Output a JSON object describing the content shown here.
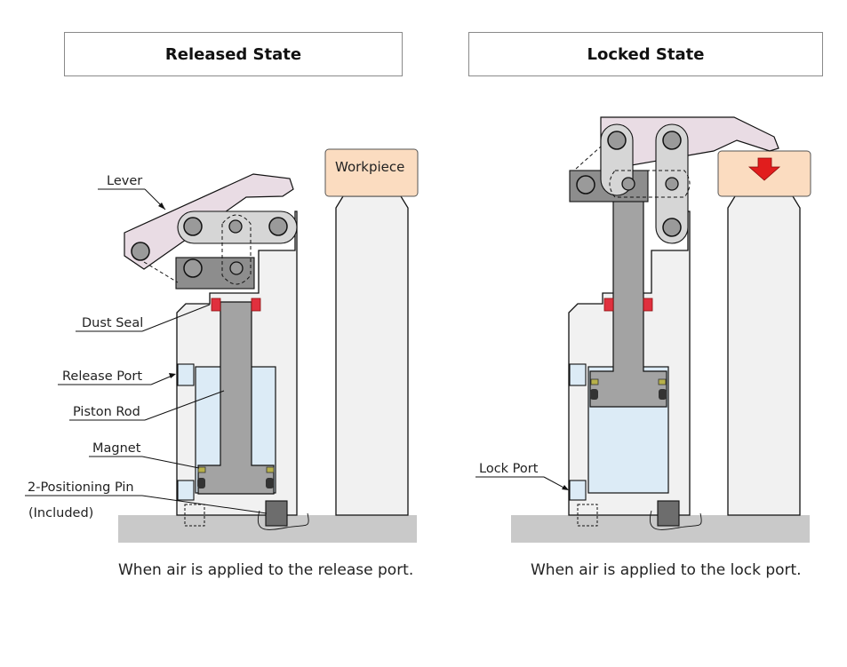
{
  "titles": {
    "released": "Released State",
    "locked": "Locked State"
  },
  "labels": {
    "lever": "Lever",
    "dust_seal": "Dust Seal",
    "release_port": "Release Port",
    "piston_rod": "Piston Rod",
    "magnet": "Magnet",
    "positioning_pin_line1": "2-Positioning Pin",
    "positioning_pin_line2": "(Included)",
    "workpiece": "Workpiece",
    "lock_port": "Lock Port"
  },
  "captions": {
    "released": "When air is applied to the release port.",
    "locked": "When air is applied to the lock port."
  },
  "colors": {
    "workpiece": "#fbdcc0",
    "lever": "#e9dce4",
    "body": "#f1f1f1",
    "rod": "#a3a3a3",
    "seal": "#e0303e",
    "cylinder": "#dcebf6",
    "base": "#c9c9c9",
    "arrow": "#e11d1d"
  }
}
